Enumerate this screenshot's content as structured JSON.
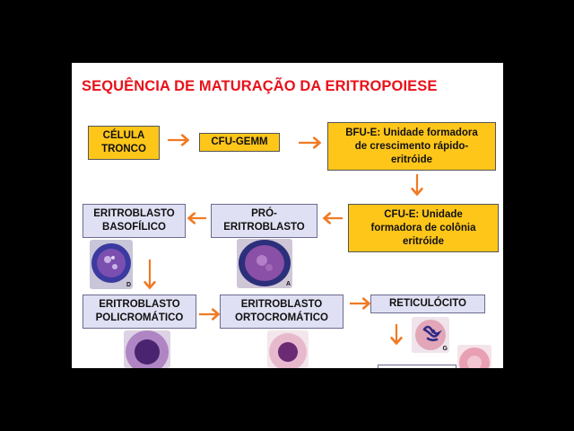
{
  "title": "SEQUÊNCIA DE MATURAÇÃO  DA ERITROPOIESE",
  "boxes": {
    "celula_tronco": [
      "CÉLULA",
      "TRONCO"
    ],
    "cfu_gemm": [
      "CFU-GEMM"
    ],
    "bfu_e": [
      "BFU-E:  Unidade formadora",
      "de crescimento rápido-",
      "eritróide"
    ],
    "cfu_e": [
      "CFU-E: Unidade",
      "formadora de colônia",
      "eritróide"
    ],
    "pro_eritroblasto": [
      "PRÓ-",
      "ERITROBLASTO"
    ],
    "eritroblasto_basofilico": [
      "ERITROBLASTO",
      "BASOFÍLICO"
    ],
    "eritroblasto_policromatico": [
      "ERITROBLASTO",
      "POLICROMÁTICO"
    ],
    "eritroblasto_ortocromatico": [
      "ERITROBLASTO",
      "ORTOCROMÁTICO"
    ],
    "reticulocito": [
      "RETICULÓCITO"
    ]
  },
  "image_letters": {
    "basofilico": "D",
    "pro": "A",
    "reticulocito": "G"
  },
  "colors": {
    "title": "#e8111a",
    "arrow": "#f07a24",
    "box_yellow": "#ffc61a",
    "box_lavender": "#e0e0f4"
  }
}
